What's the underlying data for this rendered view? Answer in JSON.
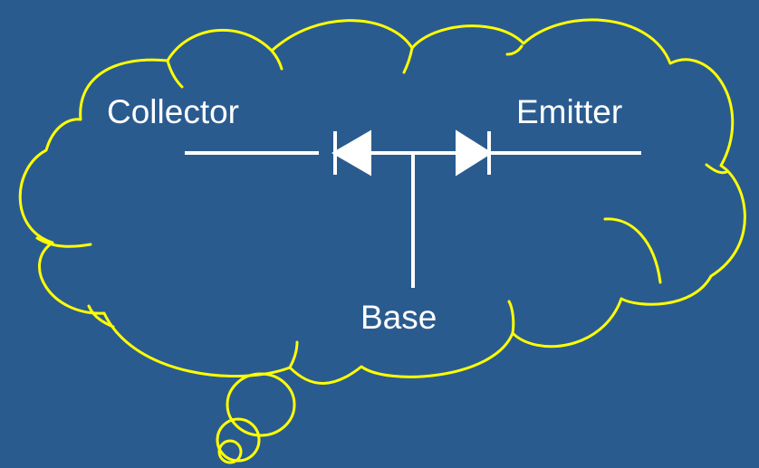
{
  "diagram": {
    "labels": {
      "collector": "Collector",
      "emitter": "Emitter",
      "base": "Base"
    },
    "colors": {
      "background": "#2a5b8f",
      "cloud_outline": "#ffff00",
      "circuit": "#ffffff",
      "text": "#ffffff"
    }
  }
}
